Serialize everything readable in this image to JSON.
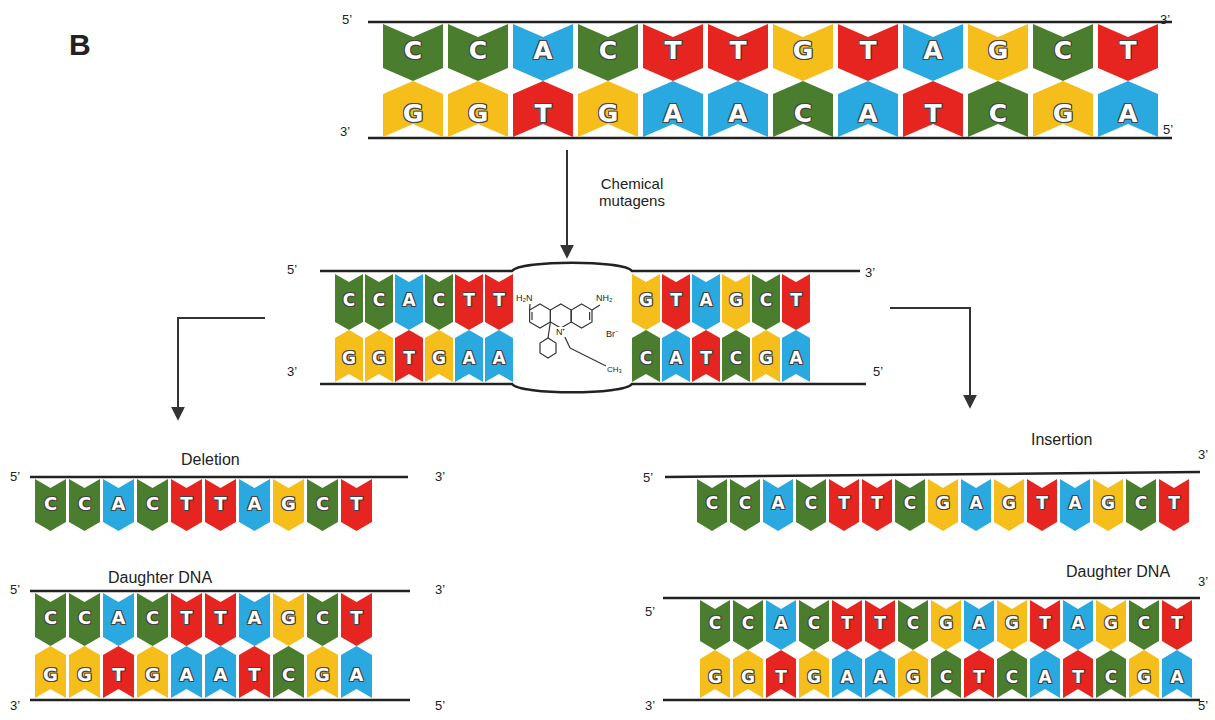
{
  "diagram": {
    "nodes": [
      {
        "text": [
          "C"
        ]
      },
      {
        "text": [
          "C"
        ]
      },
      {
        "text": [
          "A"
        ]
      },
      {
        "text": [
          "C"
        ]
      },
      {
        "text": [
          "T"
        ]
      },
      {
        "text": [
          "T"
        ]
      },
      {
        "text": [
          "G"
        ]
      },
      {
        "text": [
          "T"
        ]
      },
      {
        "text": [
          "A"
        ]
      },
      {
        "text": [
          "G"
        ]
      },
      {
        "text": [
          "C"
        ]
      },
      {
        "text": [
          "T"
        ]
      },
      {
        "text": [
          "G"
        ]
      },
      {
        "text": [
          "G"
        ]
      },
      {
        "text": [
          "T"
        ]
      },
      {
        "text": [
          "G"
        ]
      },
      {
        "text": [
          "A"
        ]
      },
      {
        "text": [
          "A"
        ]
      },
      {
        "text": [
          "C"
        ]
      },
      {
        "text": [
          "A"
        ]
      },
      {
        "text": [
          "T"
        ]
      },
      {
        "text": [
          "C"
        ]
      },
      {
        "text": [
          "G"
        ]
      },
      {
        "text": [
          "A"
        ]
      },
      {
        "text": [
          "C"
        ]
      },
      {
        "text": [
          "C"
        ]
      },
      {
        "text": [
          "A"
        ]
      },
      {
        "text": [
          "C"
        ]
      },
      {
        "text": [
          "T"
        ]
      },
      {
        "text": [
          "T"
        ]
      },
      {
        "text": [
          "G"
        ]
      },
      {
        "text": [
          "T"
        ]
      },
      {
        "text": [
          "A"
        ]
      },
      {
        "text": [
          "G"
        ]
      },
      {
        "text": [
          "C"
        ]
      },
      {
        "text": [
          "T"
        ]
      },
      {
        "text": [
          "G"
        ]
      },
      {
        "text": [
          "G"
        ]
      },
      {
        "text": [
          "T"
        ]
      },
      {
        "text": [
          "G"
        ]
      },
      {
        "text": [
          "A"
        ]
      },
      {
        "text": [
          "A"
        ]
      },
      {
        "text": [
          "C"
        ]
      },
      {
        "text": [
          "A"
        ]
      },
      {
        "text": [
          "T"
        ]
      },
      {
        "text": [
          "C"
        ]
      },
      {
        "text": [
          "G"
        ]
      },
      {
        "text": [
          "A"
        ]
      },
      {
        "text": [
          "C"
        ]
      },
      {
        "text": [
          "C"
        ]
      },
      {
        "text": [
          "A"
        ]
      },
      {
        "text": [
          "C"
        ]
      },
      {
        "text": [
          "T"
        ]
      },
      {
        "text": [
          "T"
        ]
      },
      {
        "text": [
          "A"
        ]
      },
      {
        "text": [
          "G"
        ]
      },
      {
        "text": [
          "C"
        ]
      },
      {
        "text": [
          "T"
        ]
      },
      {
        "text": [
          "C"
        ]
      },
      {
        "text": [
          "C"
        ]
      },
      {
        "text": [
          "A"
        ]
      },
      {
        "text": [
          "C"
        ]
      },
      {
        "text": [
          "T"
        ]
      },
      {
        "text": [
          "T"
        ]
      },
      {
        "text": [
          "A"
        ]
      },
      {
        "text": [
          "G"
        ]
      },
      {
        "text": [
          "C"
        ]
      },
      {
        "text": [
          "T"
        ]
      },
      {
        "text": [
          "G"
        ]
      },
      {
        "text": [
          "G"
        ]
      },
      {
        "text": [
          "T"
        ]
      },
      {
        "text": [
          "G"
        ]
      },
      {
        "text": [
          "A"
        ]
      },
      {
        "text": [
          "A"
        ]
      },
      {
        "text": [
          "T"
        ]
      },
      {
        "text": [
          "C"
        ]
      },
      {
        "text": [
          "G"
        ]
      },
      {
        "text": [
          "A"
        ]
      },
      {
        "text": [
          "C"
        ]
      },
      {
        "text": [
          "C"
        ]
      },
      {
        "text": [
          "A"
        ]
      },
      {
        "text": [
          "C"
        ]
      },
      {
        "text": [
          "T"
        ]
      },
      {
        "text": [
          "T"
        ]
      },
      {
        "text": [
          "C"
        ]
      },
      {
        "text": [
          "G"
        ]
      },
      {
        "text": [
          "A"
        ]
      },
      {
        "text": [
          "G"
        ]
      },
      {
        "text": [
          "T"
        ]
      },
      {
        "text": [
          "A"
        ]
      },
      {
        "text": [
          "G"
        ]
      },
      {
        "text": [
          "C"
        ]
      },
      {
        "text": [
          "T"
        ]
      },
      {
        "text": [
          "C"
        ]
      },
      {
        "text": [
          "C"
        ]
      },
      {
        "text": [
          "A"
        ]
      },
      {
        "text": [
          "C"
        ]
      },
      {
        "text": [
          "T"
        ]
      },
      {
        "text": [
          "T"
        ]
      },
      {
        "text": [
          "C"
        ]
      },
      {
        "text": [
          "G"
        ]
      },
      {
        "text": [
          "A"
        ]
      },
      {
        "text": [
          "G"
        ]
      },
      {
        "text": [
          "T"
        ]
      },
      {
        "text": [
          "A"
        ]
      },
      {
        "text": [
          "G"
        ]
      },
      {
        "text": [
          "C"
        ]
      },
      {
        "text": [
          "T"
        ]
      },
      {
        "text": [
          "G"
        ]
      },
      {
        "text": [
          "G"
        ]
      },
      {
        "text": [
          "T"
        ]
      },
      {
        "text": [
          "G"
        ]
      },
      {
        "text": [
          "A"
        ]
      },
      {
        "text": [
          "A"
        ]
      },
      {
        "text": [
          "G"
        ]
      },
      {
        "text": [
          "C"
        ]
      },
      {
        "text": [
          "T"
        ]
      },
      {
        "text": [
          "C"
        ]
      },
      {
        "text": [
          "A"
        ]
      },
      {
        "text": [
          "T"
        ]
      },
      {
        "text": [
          "C"
        ]
      },
      {
        "text": [
          "G"
        ]
      },
      {
        "text": [
          "A"
        ]
      }
    ],
    "labels": [
      "B",
      "5’",
      "3’",
      "3’",
      "5’",
      "Chemical mutagens",
      "5’",
      "3’",
      "3’",
      "5’",
      "H₂N",
      "NH₂",
      "N⁺",
      "Br⁻",
      "CH₃",
      "Deletion",
      "5’",
      "3’",
      "Daughter DNA",
      "5’",
      "3’",
      "3’",
      "5’",
      "Insertion",
      "5’",
      "3’",
      "Daughter DNA",
      "5’",
      "3’",
      "3’",
      "5’"
    ]
  }
}
